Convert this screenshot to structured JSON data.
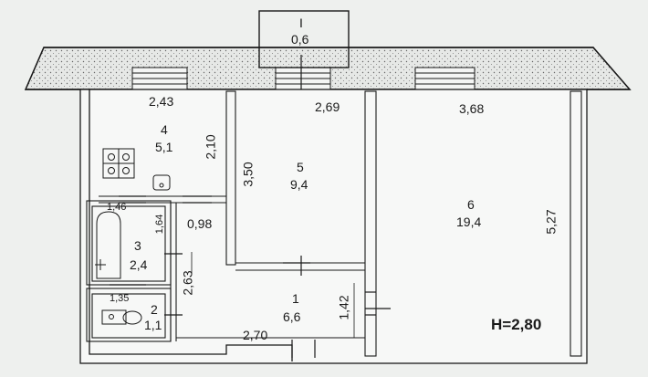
{
  "balcony": {
    "number": "I",
    "area": "0,6"
  },
  "rooms": [
    {
      "number": "4",
      "area": "5,1"
    },
    {
      "number": "5",
      "area": "9,4"
    },
    {
      "number": "6",
      "area": "19,4"
    },
    {
      "number": "3",
      "area": "2,4"
    },
    {
      "number": "2",
      "area": "1,1"
    },
    {
      "number": "1",
      "area": "6,6"
    }
  ],
  "dimensions": {
    "d243": "2,43",
    "d269": "2,69",
    "d368": "3,68",
    "d210": "2,10",
    "d350": "3,50",
    "d527": "5,27",
    "d146": "1,46",
    "d164": "1,64",
    "d098": "0,98",
    "d263": "2,63",
    "d135": "1,35",
    "d142": "1,42",
    "d270": "2,70"
  },
  "ceiling_height": "H=2,80",
  "colors": {
    "paper": "#eef0ee",
    "ink": "#1a1a1a",
    "wall_fill": "#f7f8f7"
  }
}
